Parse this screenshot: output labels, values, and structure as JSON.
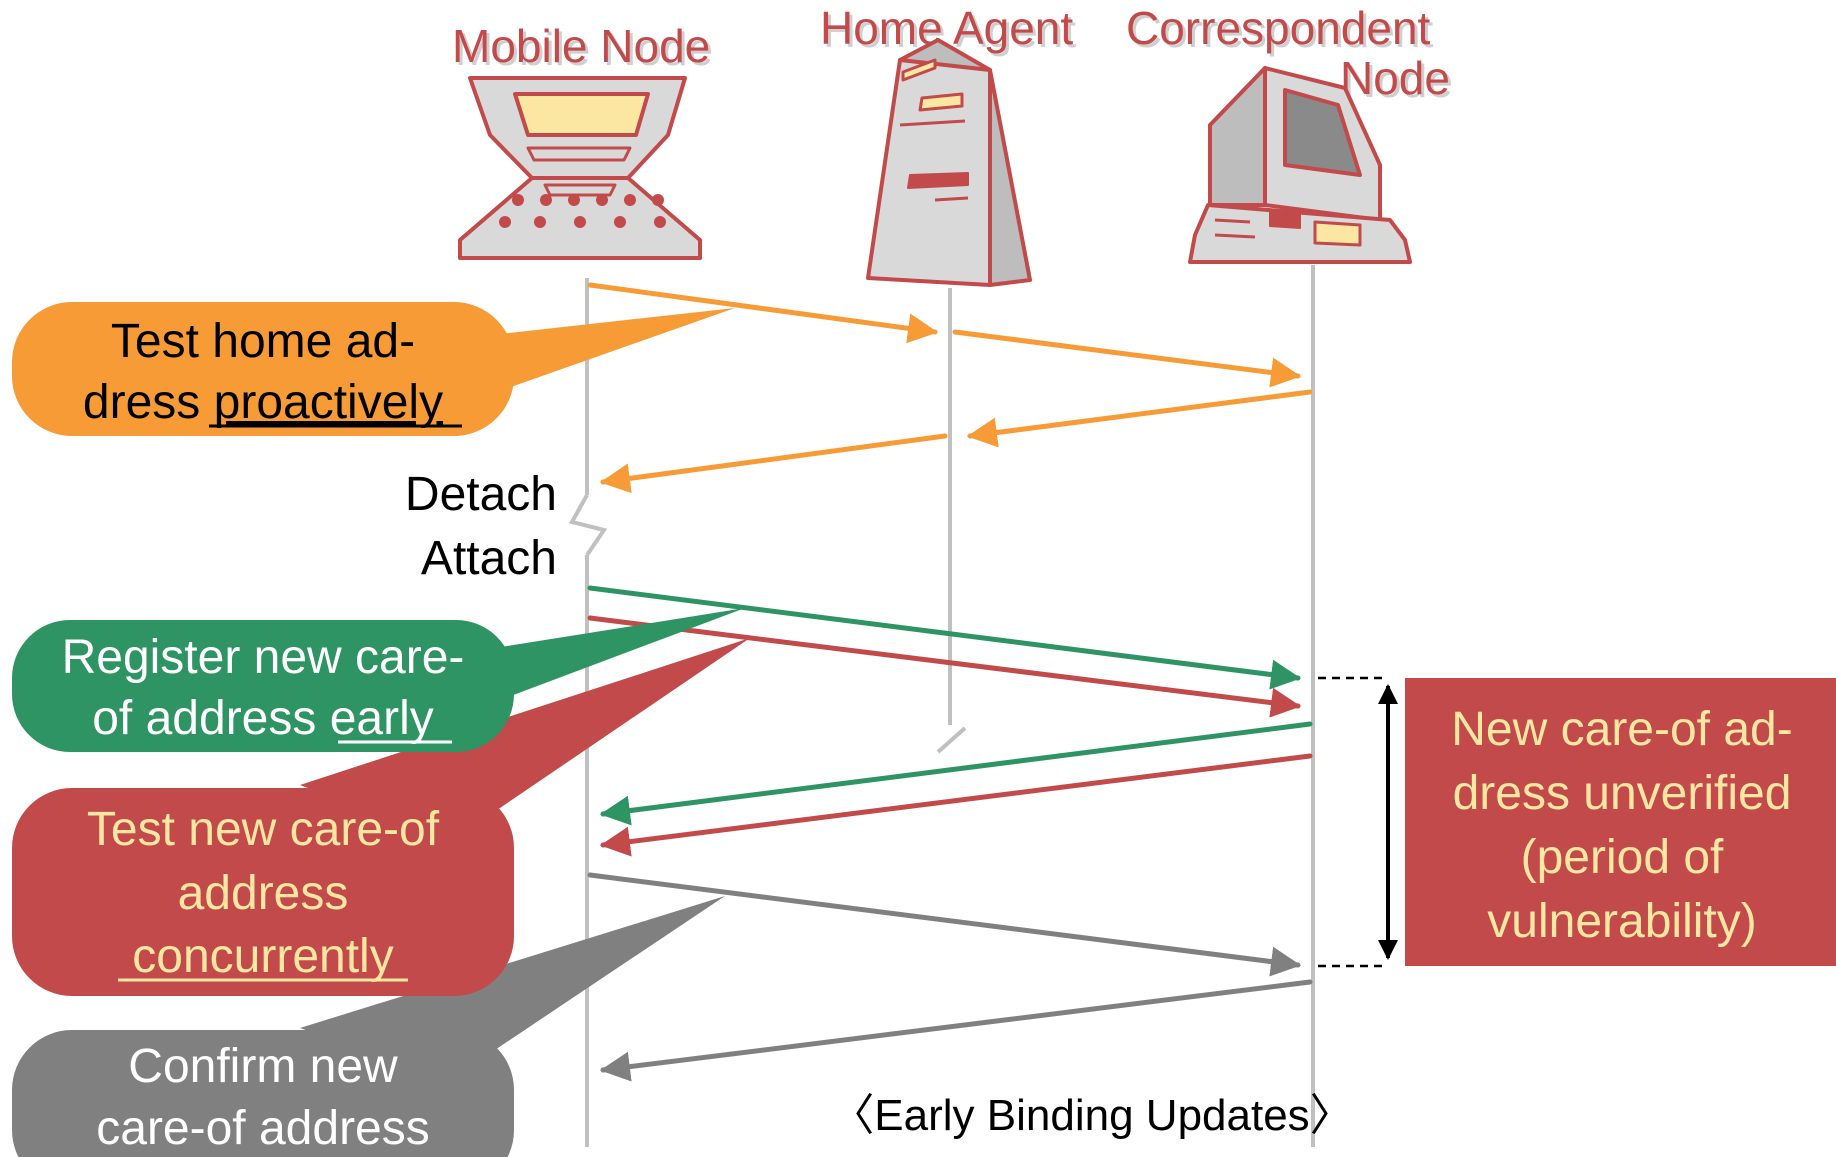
{
  "nodes": {
    "mobile": "Mobile Node",
    "home": "Home Agent",
    "correspondent_line1": "Correspondent",
    "correspondent_line2": "Node"
  },
  "events": {
    "detach": "Detach",
    "attach": "Attach"
  },
  "callouts": {
    "test_home": {
      "line1": "Test home ad-",
      "line2_prefix": "dress ",
      "line2_emph": "proactively"
    },
    "register": {
      "line1": "Register new care-",
      "line2_prefix": "of address ",
      "line2_emph": "early"
    },
    "test_new": {
      "line1": "Test new care-of",
      "line2": "address",
      "line3_emph": "concurrently"
    },
    "confirm": {
      "line1": "Confirm new",
      "line2": "care-of address"
    },
    "unverified": {
      "line1": "New care-of ad-",
      "line2": "dress unverified",
      "line3": "(period of",
      "line4": "vulnerability)"
    }
  },
  "footer": "〈Early Binding Updates〉",
  "colors": {
    "orange": "#f79b36",
    "green": "#2e9463",
    "red": "#c24a4a",
    "gray": "#808080",
    "yellow_text": "#fbe7a1",
    "lifeline": "#c0c0c0"
  }
}
